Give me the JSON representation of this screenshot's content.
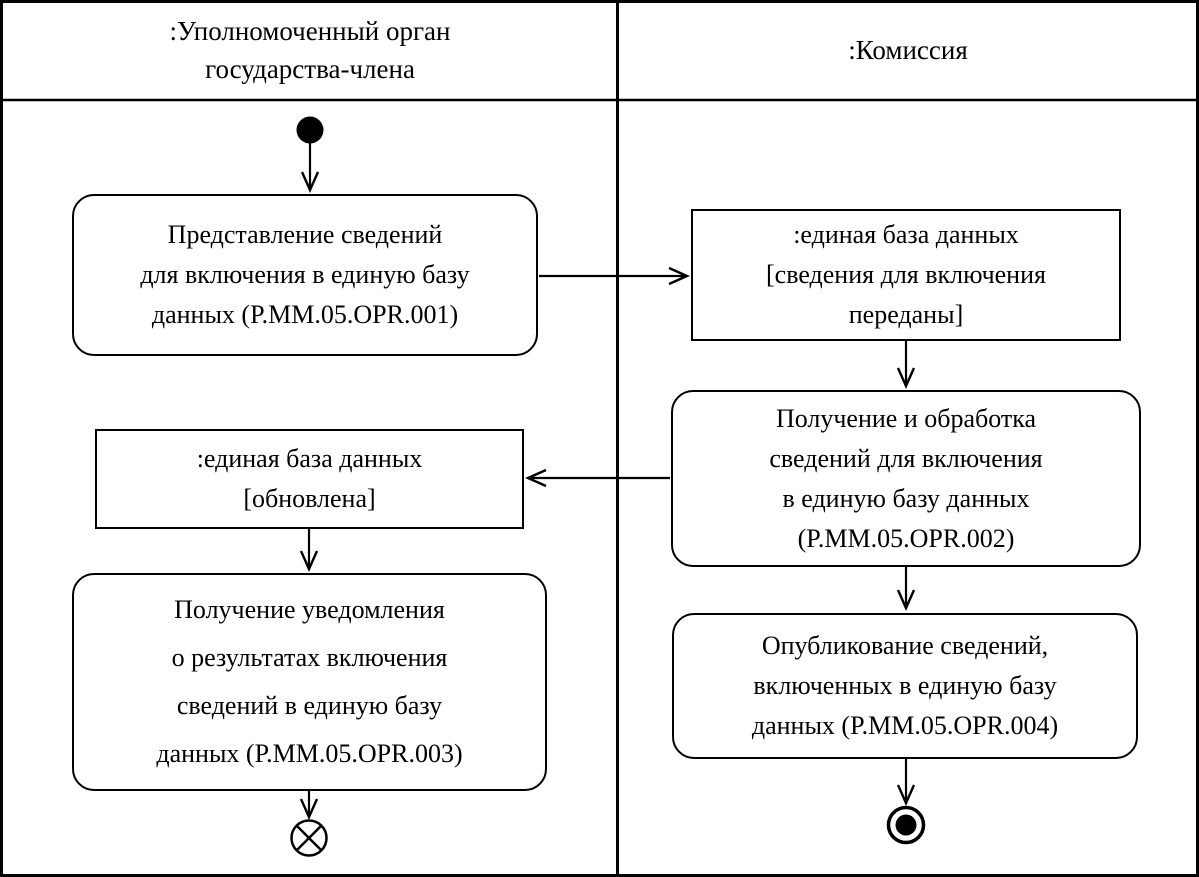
{
  "colors": {
    "line": "#000000",
    "background": "#ffffff",
    "text": "#000000"
  },
  "lanes": {
    "left": {
      "title_line1": ":Уполномоченный орган",
      "title_line2": "государства-члена"
    },
    "right": {
      "title_line1": ":Комиссия"
    }
  },
  "nodes": {
    "opr001": {
      "type": "activity",
      "lines": [
        "Представление сведений",
        "для включения в единую базу",
        "данных (P.MM.05.OPR.001)"
      ]
    },
    "db_transferred": {
      "type": "object",
      "lines": [
        ":единая база данных",
        "[сведения для включения",
        "переданы]"
      ]
    },
    "opr002": {
      "type": "activity",
      "lines": [
        "Получение и обработка",
        "сведений для включения",
        "в единую базу данных",
        "(P.MM.05.OPR.002)"
      ]
    },
    "db_updated": {
      "type": "object",
      "lines": [
        ":единая база данных",
        "[обновлена]"
      ]
    },
    "opr003": {
      "type": "activity",
      "lines": [
        "Получение уведомления",
        "о результатах включения",
        "сведений в единую базу",
        "данных (P.MM.05.OPR.003)"
      ]
    },
    "opr004": {
      "type": "activity",
      "lines": [
        "Опубликование сведений,",
        "включенных в единую базу",
        "данных (P.MM.05.OPR.004)"
      ]
    }
  },
  "symbols": {
    "start": "initial-node",
    "flow_final": "flow-final-node",
    "activity_final": "activity-final-node"
  }
}
